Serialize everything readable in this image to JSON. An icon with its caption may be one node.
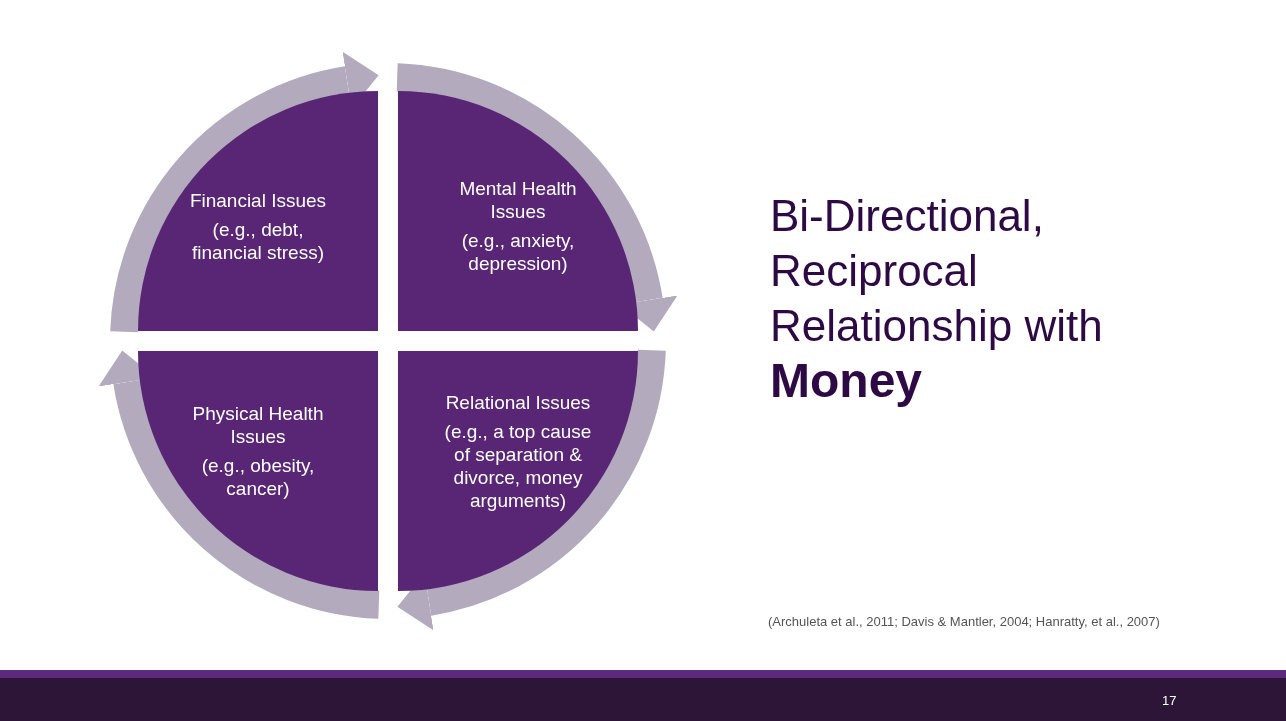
{
  "diagram": {
    "title": "Bi-Directional, Reciprocal Relationship with **Money**",
    "nodes": [
      {
        "text": [
          "Financial Issues",
          "(e.g., debt, financial stress)"
        ]
      },
      {
        "text": [
          "Mental Health Issues",
          "(e.g., anxiety, depression)"
        ]
      },
      {
        "text": [
          "Physical Health Issues",
          "(e.g., obesity, cancer)"
        ]
      },
      {
        "text": [
          "Relational Issues",
          "(e.g., a top cause of separation & divorce, money arguments)"
        ]
      }
    ],
    "edges": [
      {
        "from": 0,
        "to": 1,
        "arrow": "to"
      },
      {
        "from": 1,
        "to": 3,
        "arrow": "to"
      },
      {
        "from": 3,
        "to": 2,
        "arrow": "to"
      },
      {
        "from": 2,
        "to": 0,
        "arrow": "to"
      }
    ],
    "labels": [
      "(Archuleta et al., 2011; Davis & Mantler, 2004; Hanratty, et al., 2007)",
      "17"
    ]
  }
}
